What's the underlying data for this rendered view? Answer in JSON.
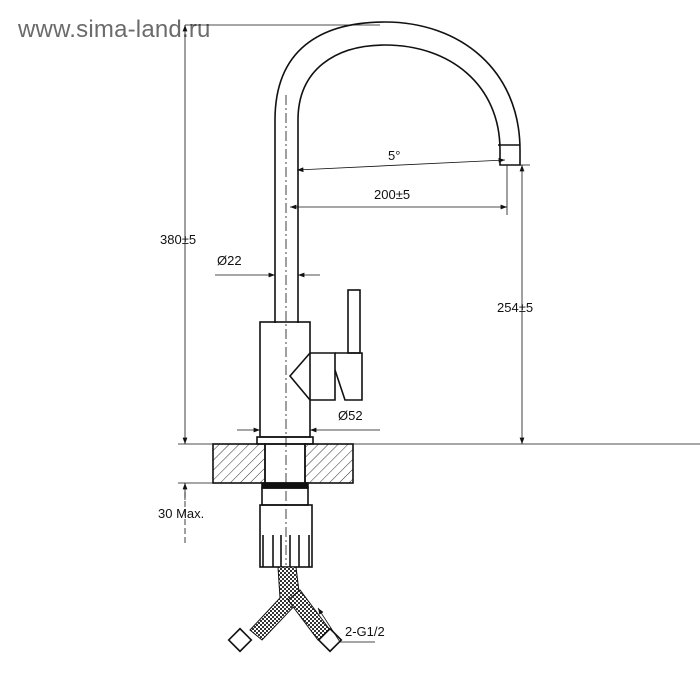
{
  "watermark": "www.sima-land.ru",
  "dimensions": {
    "height_total": "380±5",
    "pipe_diameter": "Ø22",
    "spout_angle": "5°",
    "spout_reach": "200±5",
    "spout_height": "254±5",
    "base_diameter": "Ø52",
    "counter_thickness": "30 Max.",
    "connection": "2-G1/2"
  }
}
